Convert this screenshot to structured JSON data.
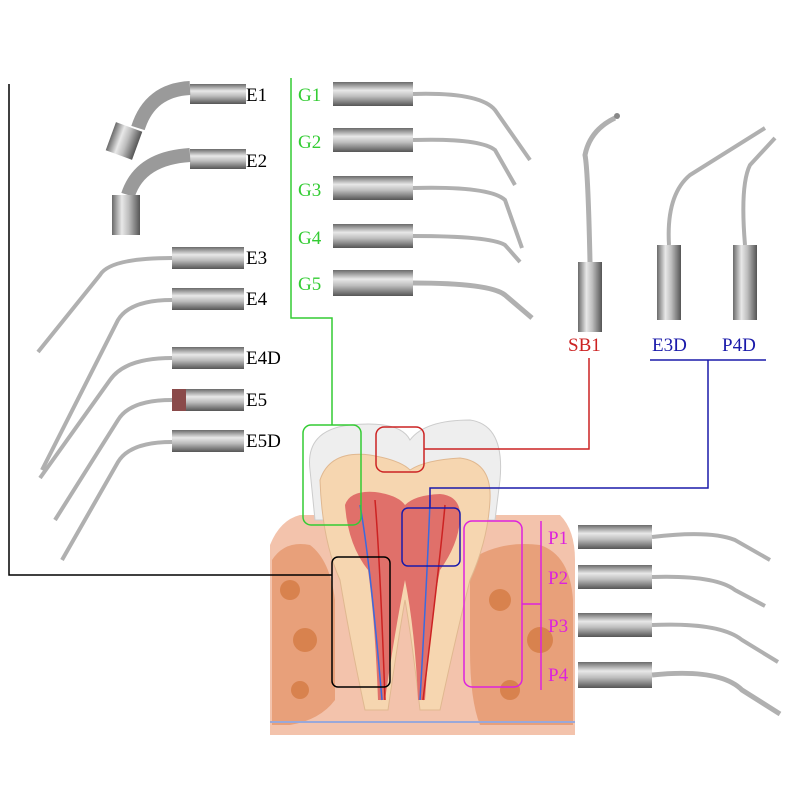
{
  "colors": {
    "endo": "#000000",
    "general": "#33cc33",
    "sb": "#cc2222",
    "e3d": "#1a1aaa",
    "perio": "#dd22dd",
    "metal": "#b8b8b8",
    "gum": "#f0b8a0",
    "bone": "#d8824e",
    "dentin": "#f6d6b0",
    "pulp": "#e0706a",
    "enamel": "#eeeeee"
  },
  "groups": {
    "endo": {
      "labels": [
        "E1",
        "E2",
        "E3",
        "E4",
        "E4D",
        "E5",
        "E5D"
      ]
    },
    "general": {
      "labels": [
        "G1",
        "G2",
        "G3",
        "G4",
        "G5"
      ]
    },
    "special": {
      "labels": [
        "SB1"
      ]
    },
    "pulp_tips": {
      "labels": [
        "E3D",
        "P4D"
      ]
    },
    "perio": {
      "labels": [
        "P1",
        "P2",
        "P3",
        "P4"
      ]
    }
  }
}
